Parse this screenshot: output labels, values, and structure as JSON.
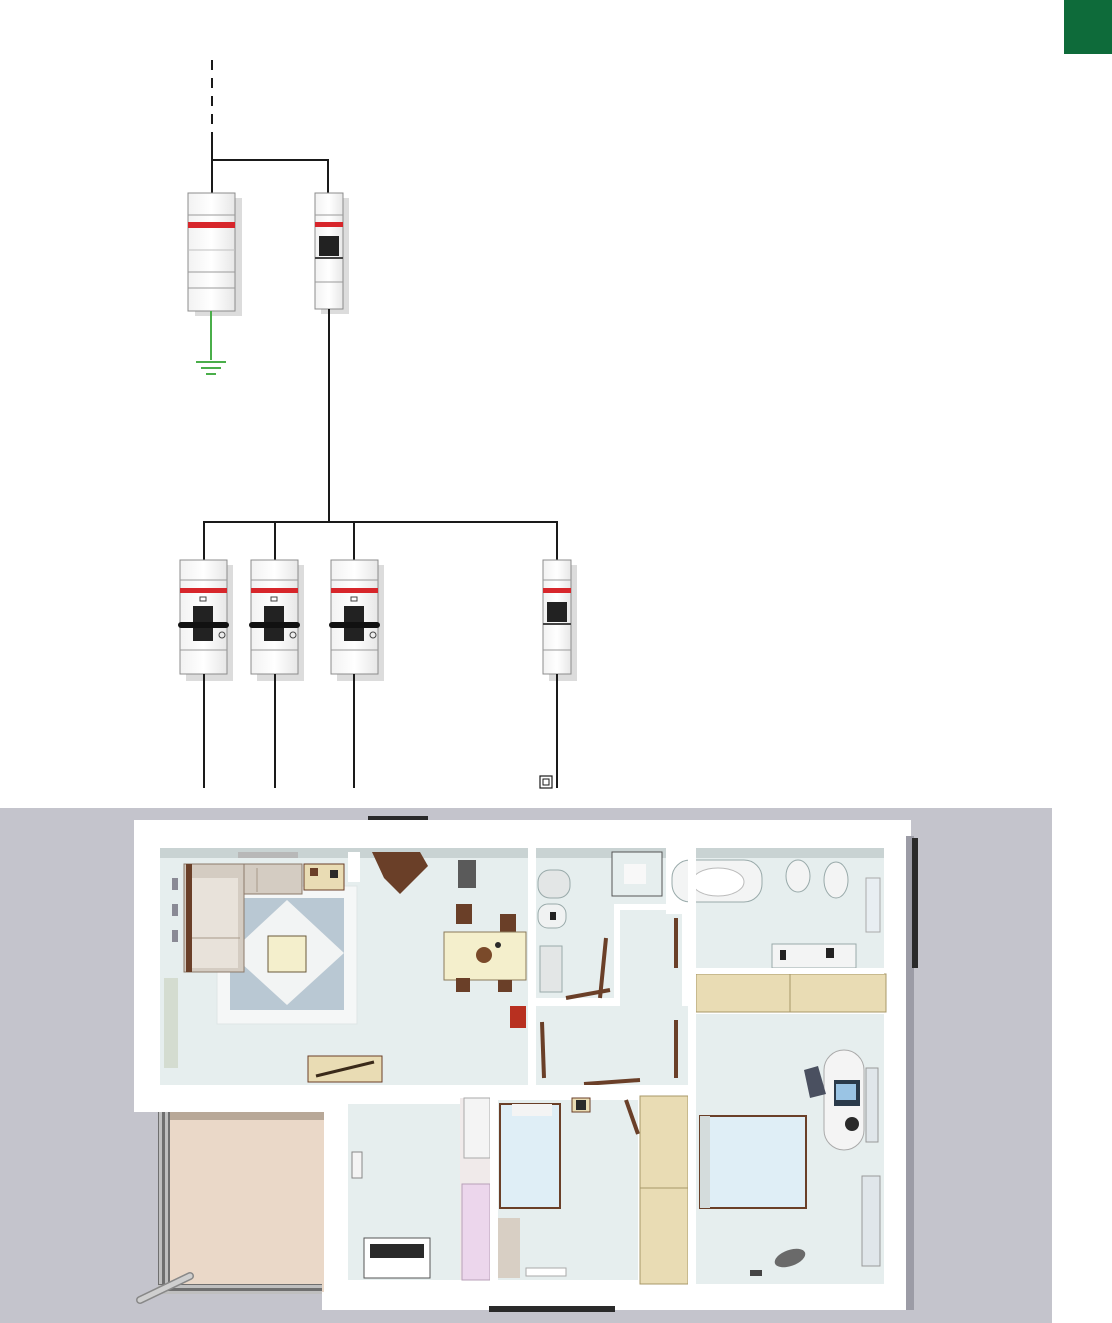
{
  "colors": {
    "brand_green": "#0e6b3a",
    "breaker_red": "#d7262b",
    "earth_green": "#4aae4a",
    "wire": "#1a1a1a",
    "panel_gray": "#c4c4cc",
    "floor": "#e6eeee",
    "wall": "#ffffff",
    "wood": "#e9dcb4",
    "furniture_dark": "#6a3f28"
  },
  "schematic": {
    "supply": "incoming-supply-dashed",
    "devices": [
      {
        "kind": "surge-protector",
        "poles": 2
      },
      {
        "kind": "main-breaker",
        "poles": 1
      },
      {
        "kind": "circuit-breaker",
        "poles": 2
      },
      {
        "kind": "circuit-breaker",
        "poles": 2
      },
      {
        "kind": "circuit-breaker",
        "poles": 2
      },
      {
        "kind": "circuit-breaker",
        "poles": 1
      }
    ],
    "earth_symbol": "earth-ground-icon",
    "device_symbol": "double-square-icon"
  },
  "floorplan": {
    "rooms": [
      "living-room",
      "bathroom",
      "corridor",
      "master-bathroom",
      "kitchen",
      "bedroom-single",
      "master-bedroom",
      "terrace"
    ]
  }
}
